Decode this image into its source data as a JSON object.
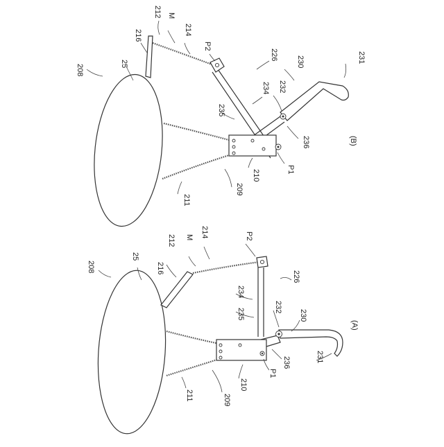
{
  "figures": [
    {
      "id": "A",
      "caption": "(A)",
      "labels": {
        "ref_208": "208",
        "ref_25": "25",
        "ref_216": "216",
        "ref_212": "212",
        "ref_M": "M",
        "ref_214": "214",
        "ref_P2": "P2",
        "ref_226": "226",
        "ref_234": "234",
        "ref_235": "235",
        "ref_232": "232",
        "ref_230": "230",
        "ref_236": "236",
        "ref_231": "231",
        "ref_P1": "P1",
        "ref_210": "210",
        "ref_209": "209",
        "ref_211": "211"
      }
    },
    {
      "id": "B",
      "caption": "(B)",
      "labels": {
        "ref_208": "208",
        "ref_25": "25",
        "ref_216": "216",
        "ref_212": "212",
        "ref_M": "M",
        "ref_214": "214",
        "ref_P2": "P2",
        "ref_226": "226",
        "ref_230": "230",
        "ref_231": "231",
        "ref_232": "232",
        "ref_234": "234",
        "ref_235": "235",
        "ref_236": "236",
        "ref_P1": "P1",
        "ref_210": "210",
        "ref_209": "209",
        "ref_211": "211"
      }
    }
  ]
}
